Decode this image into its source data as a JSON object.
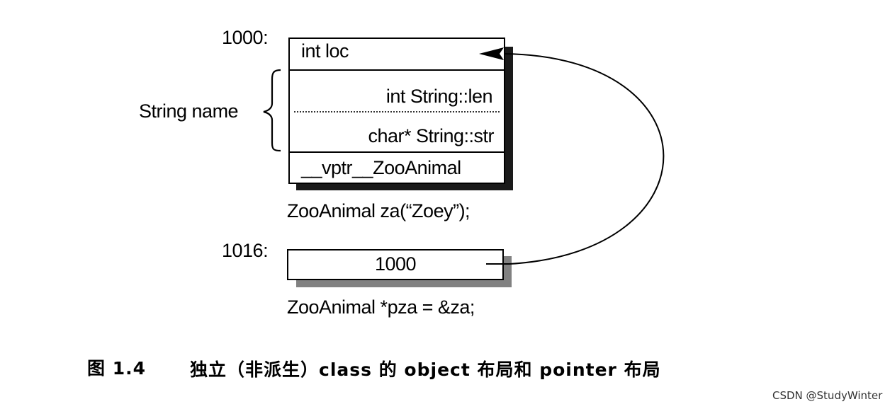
{
  "object_addr": "1000:",
  "object_fields": {
    "loc": "int loc",
    "len": "int String::len",
    "str": "char* String::str",
    "vptr": "__vptr__ZooAnimal"
  },
  "brace_label": "String name",
  "object_decl": "ZooAnimal za(“Zoey”);",
  "pointer_addr": "1016:",
  "pointer_value": "1000",
  "pointer_decl": "ZooAnimal *pza = &za;",
  "caption": {
    "figure": "图 1.4",
    "text": "独立（非派生）class 的 object 布局和 pointer 布局"
  },
  "watermark": "CSDN @StudyWinter"
}
